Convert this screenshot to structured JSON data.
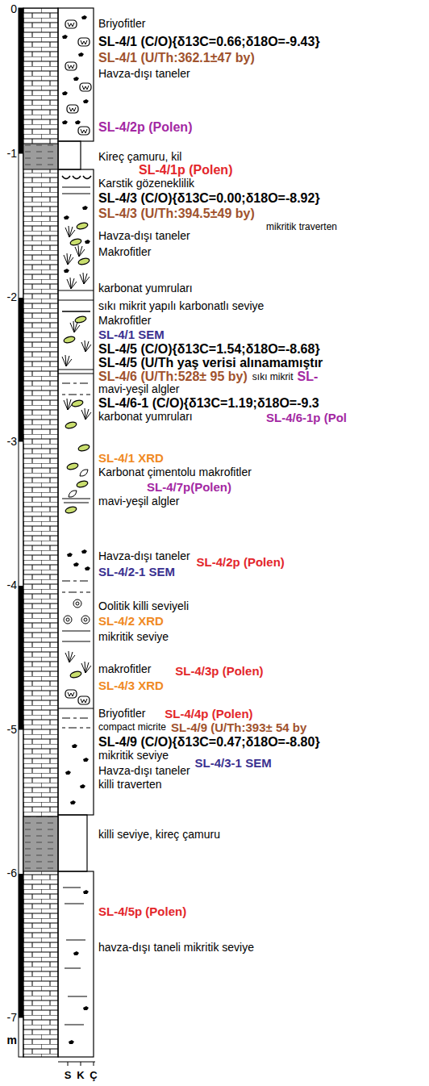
{
  "diagram": {
    "labels": [
      "0",
      "-1",
      "-2",
      "-3",
      "-4",
      "-5",
      "-6",
      "-7",
      "m",
      "Briyofitler",
      "SL-4/1 (C/O){δ13C=0.66;δ18O=-9.43}",
      "SL-4/1 (U/Th:362.1±47 by)",
      "Havza-dışı taneler",
      "SL-4/2p (Polen)",
      "Kireç çamuru, kil",
      "SL-4/1p (Polen)",
      "Karstik gözeneklilik",
      "SL-4/3 (C/O){δ13C=0.00;δ18O=-8.92}",
      "SL-4/3 (U/Th:394.5±49 by)",
      "mikritik traverten",
      "Havza-dışı taneler",
      "Makrofitler",
      "karbonat yumruları",
      "sıkı mikrit yapılı karbonatlı seviye",
      "Makrofitler",
      "SL-4/1 SEM",
      "SL-4/5 (C/O){δ13C=1.54;δ18O=-8.68}",
      "SL-4/5 (U/Th yaş verisi alınamamıştır",
      "SL-4/6 (U/Th:528± 95 by)",
      "sıkı mikrit",
      "SL-",
      "mavi-yeşil algler",
      "SL-4/6-1 (C/O){δ13C=1.19;δ18O=-9.3",
      "karbonat yumruları",
      "SL-4/6-1p (Pol",
      "SL-4/1 XRD",
      "Karbonat çimentolu makrofitler",
      "SL-4/7p(Polen)",
      "mavi-yeşil algler",
      "Havza-dışı taneler",
      "SL-4/2p (Polen)",
      "SL-4/2-1 SEM",
      "Oolitik killi seviyeli",
      "SL-4/2 XRD",
      "mikritik seviye",
      "makrofitler",
      "SL-4/3p (Polen)",
      "SL-4/3 XRD",
      "Briyofitler",
      "SL-4/4p (Polen)",
      "compact micrite",
      "SL-4/9 (U/Th:393± 54 by",
      "SL-4/9 (C/O){δ13C=0.47;δ18O=-8.80}",
      "mikritik seviye",
      "Havza-dışı taneler",
      "SL-4/3-1 SEM",
      "killi traverten",
      "killi seviye, kireç çamuru",
      "SL-4/5p (Polen)",
      "havza-dışı taneli mikritik seviye",
      "S",
      "K",
      "Ç"
    ]
  }
}
